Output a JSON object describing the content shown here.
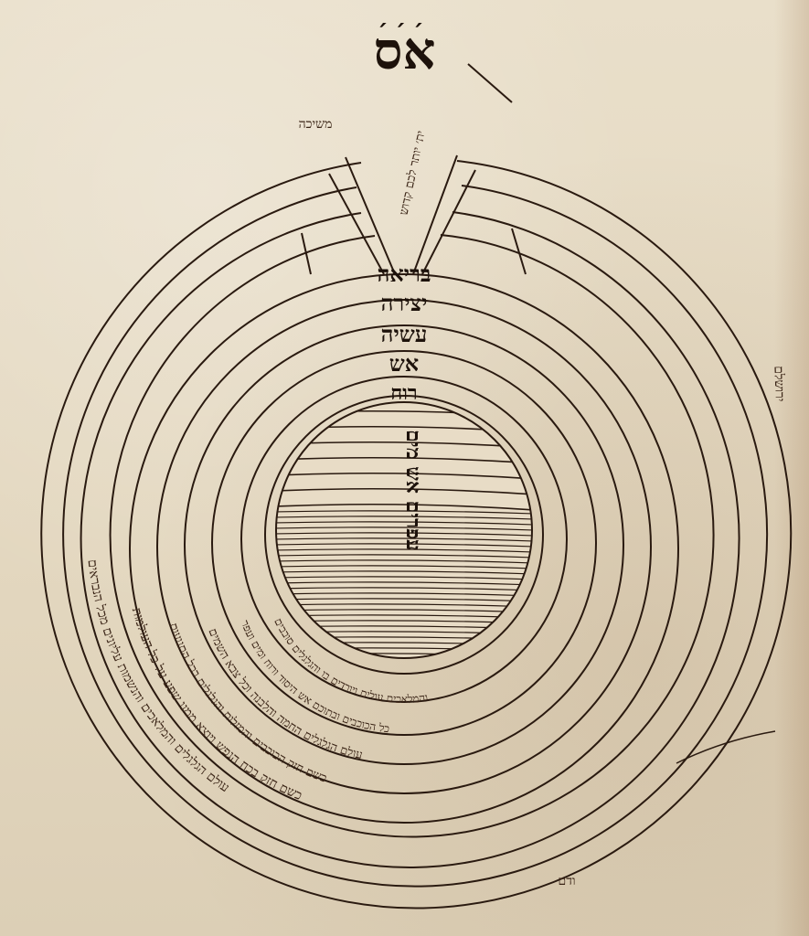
{
  "heading": {
    "title": "אס",
    "marks": "׳׳׳"
  },
  "rings": {
    "labels": [
      "בריאה",
      "יצירה",
      "עשיה",
      "אש",
      "רוח"
    ]
  },
  "center": {
    "vertical_text": "עפרים אש מים"
  },
  "marginalia": {
    "top_left": "משיכה",
    "top_center": "ית׳ יותר לכם קדוש",
    "right_margin": "ירושלם",
    "bottom_right": "ודם"
  },
  "inscriptions": {
    "ring_1": "עולם הגלגלים והמלאכים והנשמות עליונים מכל הנבראים",
    "ring_2": "כשם חזק בכח הנפש ויוצא ממנו שפע על כל העולמות",
    "ring_3": "כשם חזק הכוכבים והמזלות והגלגלים בכל התנועות",
    "ring_4": "עולם הגלגלים החמה והלבנה וכל צבא השמים",
    "ring_5": "כל הכוכבים ובתוכם אש היסוד ורוח ומים ועפר",
    "ring_6": "והמלאכים עולים ויורדים בו והגלגלים סובבים"
  },
  "colors": {
    "ink": "#2a1a10",
    "paper": "#e7dcc7",
    "red_ink": "#b0502b"
  }
}
